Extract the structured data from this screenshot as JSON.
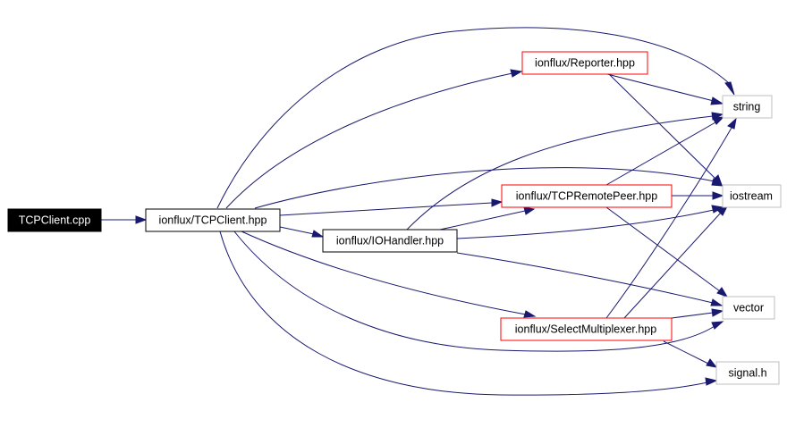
{
  "diagram": {
    "type": "include-dependency-graph",
    "nodes": [
      {
        "id": "tcpclient_cpp",
        "label": "TCPClient.cpp",
        "style": "root"
      },
      {
        "id": "tcpclient_hpp",
        "label": "ionflux/TCPClient.hpp",
        "style": "normal"
      },
      {
        "id": "reporter_hpp",
        "label": "ionflux/Reporter.hpp",
        "style": "red"
      },
      {
        "id": "iohandler_hpp",
        "label": "ionflux/IOHandler.hpp",
        "style": "normal"
      },
      {
        "id": "tcpremotepeer_hpp",
        "label": "ionflux/TCPRemotePeer.hpp",
        "style": "red"
      },
      {
        "id": "selectmultiplexer_hpp",
        "label": "ionflux/SelectMultiplexer.hpp",
        "style": "red"
      },
      {
        "id": "string",
        "label": "string",
        "style": "gray"
      },
      {
        "id": "iostream",
        "label": "iostream",
        "style": "gray"
      },
      {
        "id": "vector",
        "label": "vector",
        "style": "gray"
      },
      {
        "id": "signal_h",
        "label": "signal.h",
        "style": "gray"
      }
    ],
    "edges": [
      {
        "from": "tcpclient_cpp",
        "to": "tcpclient_hpp"
      },
      {
        "from": "tcpclient_hpp",
        "to": "string"
      },
      {
        "from": "tcpclient_hpp",
        "to": "reporter_hpp"
      },
      {
        "from": "tcpclient_hpp",
        "to": "iostream"
      },
      {
        "from": "tcpclient_hpp",
        "to": "tcpremotepeer_hpp"
      },
      {
        "from": "tcpclient_hpp",
        "to": "iohandler_hpp"
      },
      {
        "from": "tcpclient_hpp",
        "to": "selectmultiplexer_hpp"
      },
      {
        "from": "tcpclient_hpp",
        "to": "vector"
      },
      {
        "from": "tcpclient_hpp",
        "to": "signal_h"
      },
      {
        "from": "reporter_hpp",
        "to": "string"
      },
      {
        "from": "reporter_hpp",
        "to": "iostream"
      },
      {
        "from": "iohandler_hpp",
        "to": "string"
      },
      {
        "from": "iohandler_hpp",
        "to": "tcpremotepeer_hpp"
      },
      {
        "from": "iohandler_hpp",
        "to": "iostream"
      },
      {
        "from": "iohandler_hpp",
        "to": "vector"
      },
      {
        "from": "tcpremotepeer_hpp",
        "to": "string"
      },
      {
        "from": "tcpremotepeer_hpp",
        "to": "iostream"
      },
      {
        "from": "tcpremotepeer_hpp",
        "to": "vector"
      },
      {
        "from": "selectmultiplexer_hpp",
        "to": "string"
      },
      {
        "from": "selectmultiplexer_hpp",
        "to": "iostream"
      },
      {
        "from": "selectmultiplexer_hpp",
        "to": "vector"
      },
      {
        "from": "selectmultiplexer_hpp",
        "to": "signal_h"
      }
    ]
  },
  "colors": {
    "edge": "#191970",
    "root_fill": "#000000",
    "root_text": "#ffffff",
    "documented_border": "#000000",
    "undocumented_border": "#ff0000",
    "external_border": "#bfbfbf"
  }
}
